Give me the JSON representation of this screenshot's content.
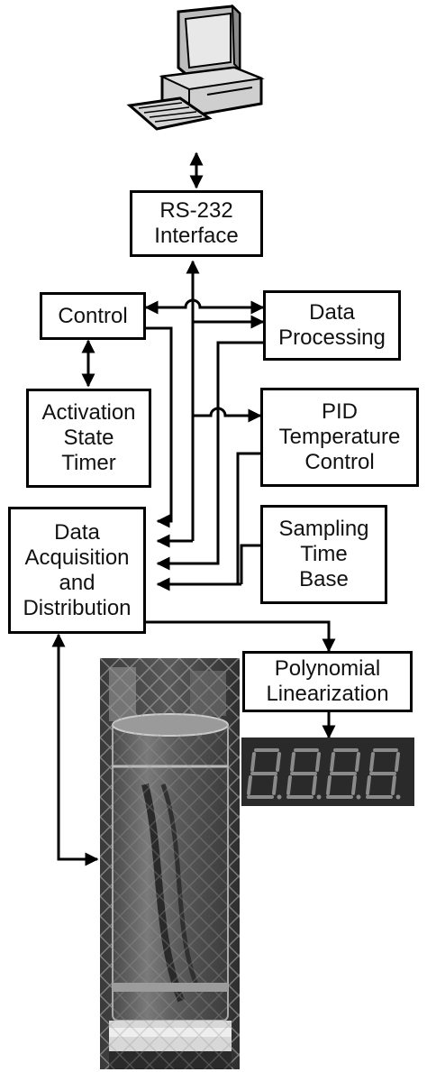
{
  "blocks": {
    "rs232": [
      "RS-232",
      "Interface"
    ],
    "control": [
      "Control"
    ],
    "data_processing": [
      "Data",
      "Processing"
    ],
    "activation_timer": [
      "Activation",
      "State",
      "Timer"
    ],
    "pid": [
      "PID",
      "Temperature",
      "Control"
    ],
    "daq": [
      "Data",
      "Acquisition",
      "and",
      "Distribution"
    ],
    "sampling": [
      "Sampling",
      "Time",
      "Base"
    ],
    "polynomial": [
      "Polynomial",
      "Linearization"
    ]
  },
  "icons": {
    "computer": "desktop-computer-icon",
    "display": "seven-segment-display",
    "vessel": "cylindrical-tank-photo"
  },
  "colors": {
    "line": "#000000",
    "display_bg": "#2a2a2a",
    "display_segment": "#8a8a8a"
  }
}
